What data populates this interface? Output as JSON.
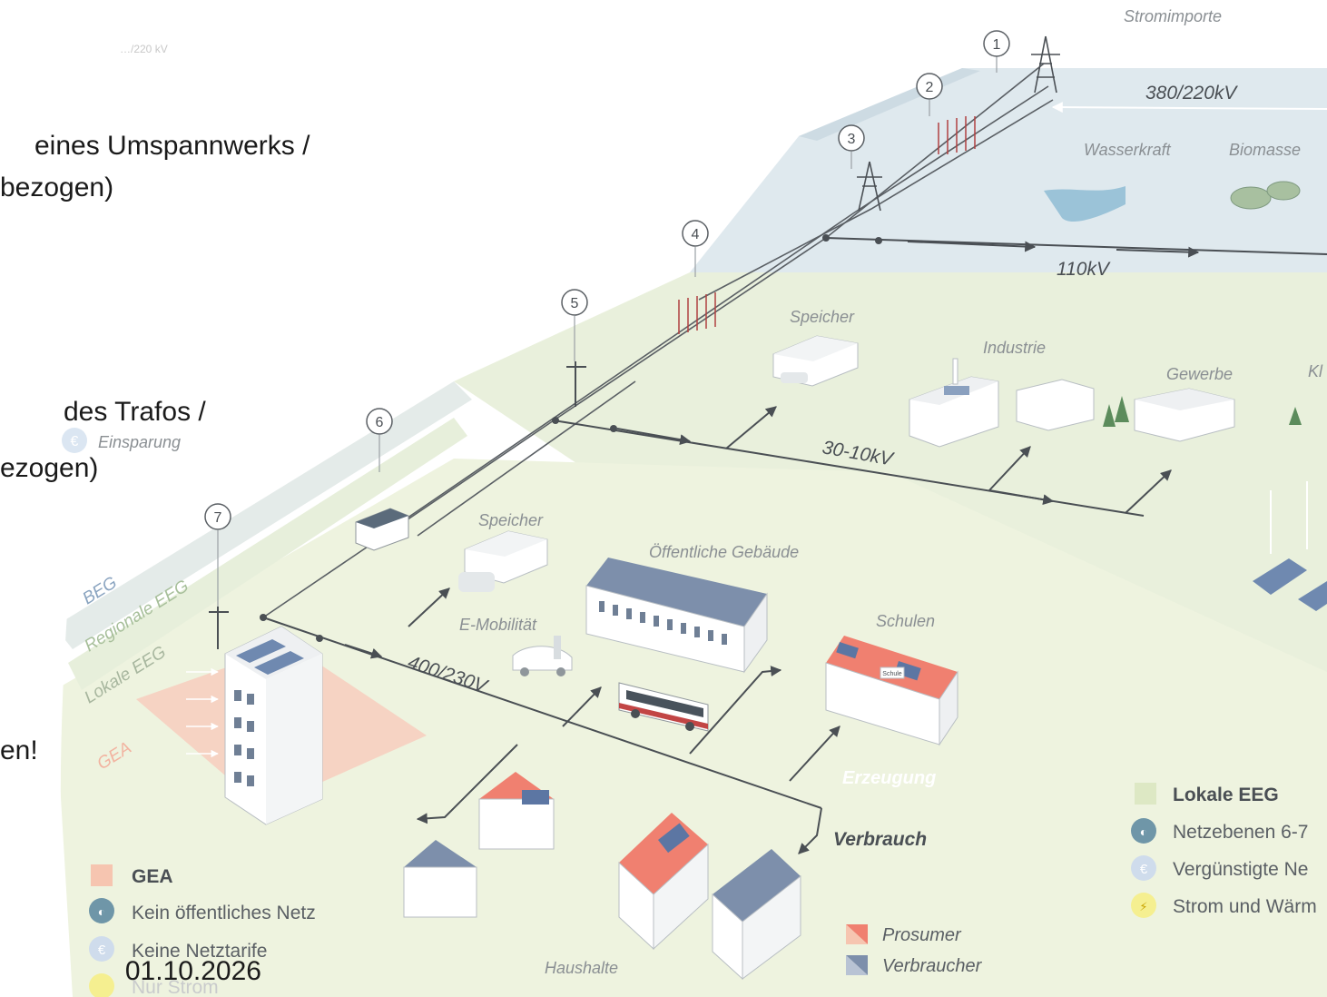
{
  "slide": {
    "line_1a": "eines Umspannwerks /",
    "line_1b": "bezogen)",
    "line_2a": "des Trafos /",
    "line_2b": "ezogen)",
    "line_3": "en!",
    "date": "01.10.2026",
    "top_fragment": "…/220 kV"
  },
  "diagram": {
    "top_label": "Stromimporte",
    "levels": {
      "v380": "380/220kV",
      "v110": "110kV",
      "v30": "30-10kV",
      "v400": "400/230V"
    },
    "markers": [
      "1",
      "2",
      "3",
      "4",
      "5",
      "6",
      "7"
    ],
    "plant_labels": {
      "wasserkraft": "Wasserkraft",
      "biomasse": "Biomasse",
      "speicher_mid": "Speicher",
      "industrie": "Industrie",
      "gewerbe": "Gewerbe",
      "kl": "Kl",
      "speicher_low": "Speicher",
      "oeffentlich": "Öffentliche Gebäude",
      "emobil": "E-Mobilität",
      "schulen": "Schulen",
      "schule_sign": "Schule",
      "haushalte": "Haushalte",
      "erzeugung": "Erzeugung",
      "verbrauch": "Verbrauch",
      "einsparung": "Einsparung"
    },
    "zones": {
      "beg": "BEG",
      "regionale": "Regionale EEG",
      "lokale": "Lokale EEG",
      "gea": "GEA"
    },
    "legend_left": {
      "gea": "GEA",
      "netz": "Kein öffentliches Netz",
      "tarife": "Keine Netztarife",
      "strom": "Nur Strom"
    },
    "legend_right": {
      "title": "Lokale EEG",
      "netz": "Netzebenen 6-7",
      "tarife": "Vergünstigte Ne",
      "waerme": "Strom und Wärm"
    },
    "legend_roles": {
      "prosumer": "Prosumer",
      "verbraucher": "Verbraucher"
    },
    "colors": {
      "blue_level": "#dfe9ee",
      "green_level": "#e9f0dc",
      "lowest_level": "#eef3df",
      "gea_area": "#f6d3c3",
      "roof_red": "#f08070",
      "roof_blue": "#8aa0bf",
      "label_gray": "#8a8f93"
    }
  }
}
